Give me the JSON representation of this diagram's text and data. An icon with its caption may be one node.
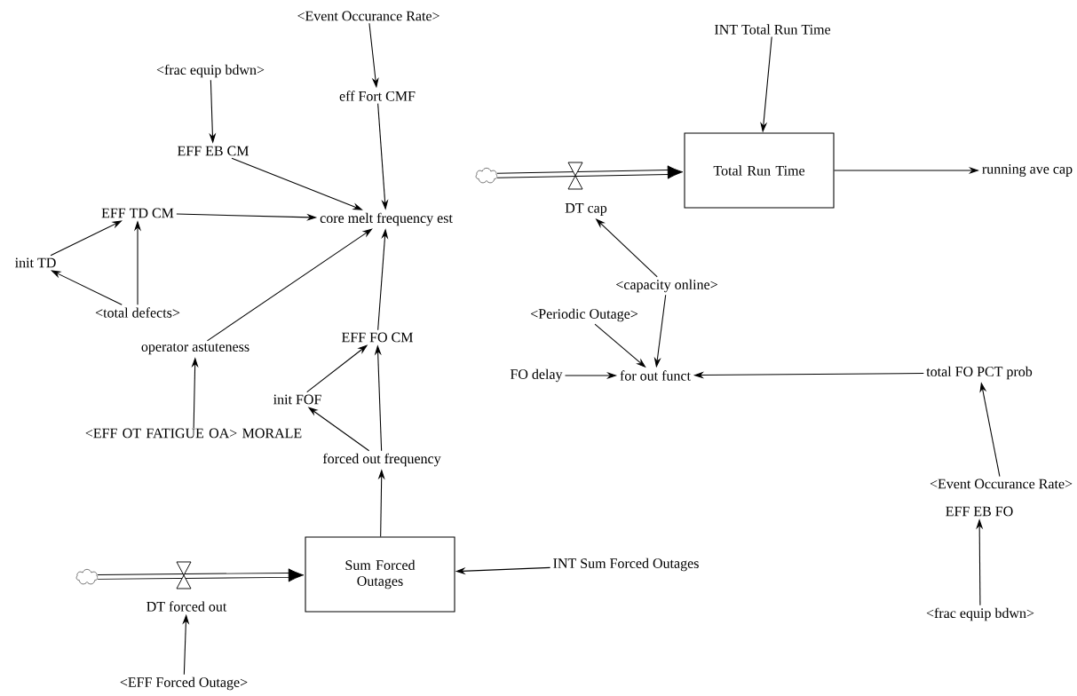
{
  "diagram": {
    "nodes": [
      {
        "text": [
          "<Event Occurance Rate>"
        ]
      },
      {
        "text": [
          "eff Fort CMF"
        ]
      },
      {
        "text": [
          "<frac equip bdwn>"
        ]
      },
      {
        "text": [
          "EFF EB CM"
        ]
      },
      {
        "text": [
          "EFF TD CM"
        ]
      },
      {
        "text": [
          "core melt frequency est"
        ]
      },
      {
        "text": [
          "init TD"
        ]
      },
      {
        "text": [
          "<total defects>"
        ]
      },
      {
        "text": [
          "operator astuteness"
        ]
      },
      {
        "text": [
          "EFF FO CM"
        ]
      },
      {
        "text": [
          "init FOF"
        ]
      },
      {
        "text": [
          "<EFF OT FATIGUE OA> MORALE"
        ]
      },
      {
        "text": [
          "forced out frequency"
        ]
      },
      {
        "text": [],
        "shape": "cloud"
      },
      {
        "text": [
          "Sum Forced Outages"
        ]
      },
      {
        "text": [
          "DT forced out"
        ]
      },
      {
        "text": [
          "INT Sum Forced Outages"
        ]
      },
      {
        "text": [
          "<EFF Forced Outage>"
        ]
      },
      {
        "text": [
          "INT Total Run Time"
        ]
      },
      {
        "text": [],
        "shape": "cloud"
      },
      {
        "text": [
          "Total Run Time"
        ]
      },
      {
        "text": [
          "DT cap"
        ]
      },
      {
        "text": [
          "running ave cap"
        ]
      },
      {
        "text": [
          "<capacity online>"
        ]
      },
      {
        "text": [
          "<Periodic Outage>"
        ]
      },
      {
        "text": [
          "FO delay"
        ]
      },
      {
        "text": [
          "for out funct"
        ]
      },
      {
        "text": [
          "total FO PCT prob"
        ]
      },
      {
        "text": [
          "<Event Occurance Rate>"
        ]
      },
      {
        "text": [
          "EFF EB FO"
        ]
      },
      {
        "text": [
          "<frac equip bdwn>"
        ]
      }
    ],
    "edges": [
      {
        "from": 0,
        "to": 1,
        "arrow": "to"
      },
      {
        "from": 1,
        "to": 5,
        "arrow": "to"
      },
      {
        "from": 2,
        "to": 3,
        "arrow": "to"
      },
      {
        "from": 3,
        "to": 5,
        "arrow": "to"
      },
      {
        "from": 4,
        "to": 5,
        "arrow": "to"
      },
      {
        "from": 6,
        "to": 4,
        "arrow": "to"
      },
      {
        "from": 7,
        "to": 6,
        "arrow": "to"
      },
      {
        "from": 7,
        "to": 4,
        "arrow": "to"
      },
      {
        "from": 8,
        "to": 5,
        "arrow": "to"
      },
      {
        "from": 9,
        "to": 5,
        "arrow": "to"
      },
      {
        "from": 11,
        "to": 8,
        "arrow": "to"
      },
      {
        "from": 10,
        "to": 9,
        "arrow": "to"
      },
      {
        "from": 12,
        "to": 10,
        "arrow": "to"
      },
      {
        "from": 12,
        "to": 9,
        "arrow": "to"
      },
      {
        "from": 14,
        "to": 12,
        "arrow": "to"
      },
      {
        "from": 13,
        "to": 14,
        "arrow": "to",
        "style": "thick"
      },
      {
        "from": 16,
        "to": 14,
        "arrow": "to"
      },
      {
        "from": 17,
        "to": 15,
        "arrow": "to"
      },
      {
        "from": 18,
        "to": 20,
        "arrow": "to"
      },
      {
        "from": 19,
        "to": 20,
        "arrow": "to",
        "style": "thick"
      },
      {
        "from": 20,
        "to": 22,
        "arrow": "to"
      },
      {
        "from": 23,
        "to": 21,
        "arrow": "to"
      },
      {
        "from": 23,
        "to": 26,
        "arrow": "to"
      },
      {
        "from": 24,
        "to": 26,
        "arrow": "to"
      },
      {
        "from": 25,
        "to": 26,
        "arrow": "to"
      },
      {
        "from": 27,
        "to": 26,
        "arrow": "to"
      },
      {
        "from": 28,
        "to": 27,
        "arrow": "to"
      },
      {
        "from": 30,
        "to": 29,
        "arrow": "to"
      }
    ]
  }
}
